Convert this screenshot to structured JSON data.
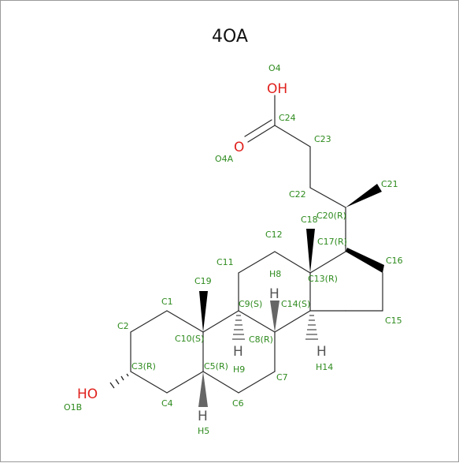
{
  "title": "4OA",
  "colors": {
    "atom_label": "#2e8b1e",
    "heteroatom": "#e0201c",
    "bond": "#2a2a2a",
    "hydrogen": "#555555"
  },
  "heteroatoms": {
    "oh_top": "OH",
    "o_carbonyl": "O",
    "ho_left": "HO",
    "h_c8": "H",
    "h_c9": "H",
    "h_c14": "H",
    "h_c5": "H"
  },
  "atom_labels": {
    "O4": "O4",
    "C24": "C24",
    "C23": "C23",
    "O4A": "O4A",
    "C22": "C22",
    "C21": "C21",
    "C20": "C20(R)",
    "C18": "C18",
    "C17": "C17(R)",
    "C12": "C12",
    "C16": "C16",
    "C11": "C11",
    "H8": "H8",
    "C13": "C13(R)",
    "C19": "C19",
    "C1": "C1",
    "C9": "C9(S)",
    "C14": "C14(S)",
    "C2": "C2",
    "C10": "C10(S)",
    "C8": "C8(R)",
    "C15": "C15",
    "C3": "C3(R)",
    "C5": "C5(R)",
    "H9": "H9",
    "H14": "H14",
    "C7": "C7",
    "C4": "C4",
    "C6": "C6",
    "O1B": "O1B",
    "H5": "H5"
  }
}
